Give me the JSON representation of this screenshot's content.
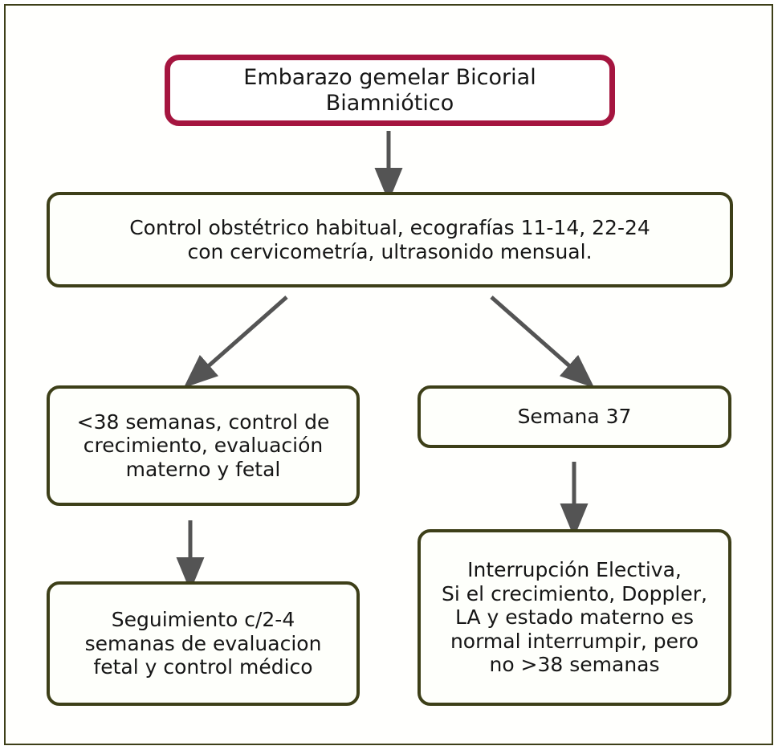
{
  "diagram": {
    "type": "flowchart",
    "title": "Embarazo gemelar Bicorial Biamniótico",
    "language": "es",
    "colors": {
      "frame_border": "#3d3f18",
      "node_border_olive": "#3d3f18",
      "node_border_crimson": "#a5153f",
      "node_fill": "#fefffb",
      "arrow": "#545454",
      "text": "#161616",
      "background": "#ffffff"
    },
    "nodes": [
      {
        "id": "title",
        "label": "Embarazo gemelar Bicorial Biamniótico",
        "style": "crimson",
        "level": 0
      },
      {
        "id": "control",
        "label": "Control obstétrico habitual, ecografías 11-14, 22-24\ncon cervicometría, ultrasonido mensual.",
        "style": "olive",
        "level": 1
      },
      {
        "id": "under38",
        "label": "<38 semanas, control de\ncrecimiento, evaluación\nmaterno y fetal",
        "style": "olive",
        "level": 2,
        "branch": "left"
      },
      {
        "id": "semana37",
        "label": "Semana 37",
        "style": "olive",
        "level": 2,
        "branch": "right"
      },
      {
        "id": "seguimiento",
        "label": "Seguimiento c/2-4\nsemanas de evaluacion\nfetal y control médico",
        "style": "olive",
        "level": 3,
        "branch": "left"
      },
      {
        "id": "interrupcion",
        "label": "Interrupción Electiva,\nSi el crecimiento, Doppler,\nLA y estado materno es\nnormal interrumpir, pero\nno >38 semanas",
        "style": "olive",
        "level": 3,
        "branch": "right"
      }
    ],
    "edges": [
      {
        "id": "edge-title-control",
        "from": "title",
        "to": "control",
        "direction": "down",
        "arrowhead": "filled-triangle"
      },
      {
        "id": "edge-control-under38",
        "from": "control",
        "to": "under38",
        "direction": "down-left",
        "arrowhead": "filled-triangle"
      },
      {
        "id": "edge-control-semana37",
        "from": "control",
        "to": "semana37",
        "direction": "down-right",
        "arrowhead": "filled-triangle"
      },
      {
        "id": "edge-under38-seguimiento",
        "from": "under38",
        "to": "seguimiento",
        "direction": "down",
        "arrowhead": "filled-triangle"
      },
      {
        "id": "edge-semana37-interrupcion",
        "from": "semana37",
        "to": "interrupcion",
        "direction": "down",
        "arrowhead": "filled-triangle"
      }
    ]
  }
}
